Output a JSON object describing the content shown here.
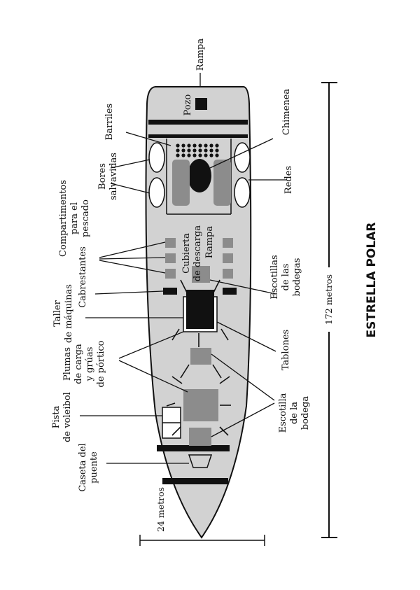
{
  "title": "ESTRELLA POLAR",
  "dimensions": {
    "length": "172 metros",
    "width": "24 metros"
  },
  "labels": {
    "rampa_top": "Rampa",
    "pozo": "Pozo",
    "barriles": "Barriles",
    "chimenea": "Chimenea",
    "bores_1": "Bores",
    "bores_2": "salvavidas",
    "redes": "Redes",
    "comp_1": "Compartimentos",
    "comp_2": "para el",
    "comp_3": "pescado",
    "cubierta_1": "Cubierta",
    "cubierta_2": "de descarga",
    "rampa_mid": "Rampa",
    "cabrestantes": "Cabrestantes",
    "escotillas_1": "Escotillas",
    "escotillas_2": "de las",
    "escotillas_3": "bodegas",
    "taller_1": "Taller",
    "taller_2": "de máquinas",
    "tablones": "Tablones",
    "plumas_1": "Plumas",
    "plumas_2": "de carga",
    "plumas_3": "y grúas",
    "plumas_4": "de pórtico",
    "pista_1": "Pista",
    "pista_2": "de voleibol",
    "escotilla_1": "Escotilla",
    "escotilla_2": "de la",
    "escotilla_3": "bodega",
    "caseta_1": "Caseta del",
    "caseta_2": "puente"
  },
  "colors": {
    "deck": "#d2d2d2",
    "block": "#8c8c8c",
    "dark": "#111111"
  }
}
